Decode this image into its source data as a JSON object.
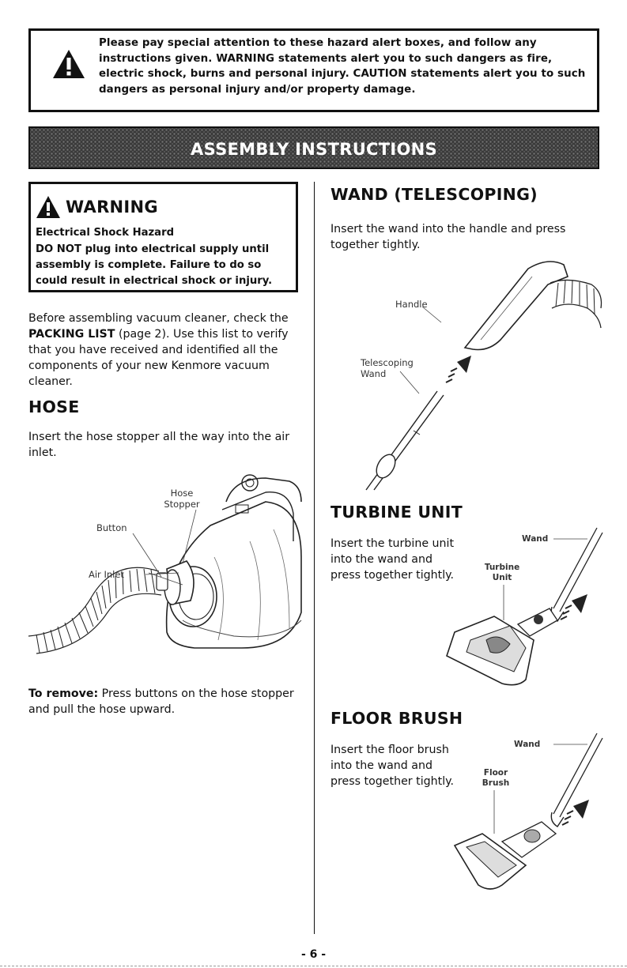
{
  "hazard_notice": {
    "text": "Please pay special attention to these hazard alert boxes, and follow any instructions given. WARNING statements alert you to such dangers as fire, electric shock, burns and personal injury. CAUTION statements alert you to such dangers as personal injury and/or property damage."
  },
  "banner": {
    "title": "ASSEMBLY INSTRUCTIONS"
  },
  "warning": {
    "title": "WARNING",
    "subtitle": "Electrical Shock Hazard",
    "text": "DO NOT plug into electrical supply until assembly is complete. Failure to do so could result in electrical shock or injury."
  },
  "intro": {
    "before": "Before assembling vacuum cleaner, check the ",
    "packing": "PACKING LIST",
    "after": " (page 2). Use this list to verify that you have received and identified all the components of your new Kenmore vacuum cleaner."
  },
  "hose": {
    "heading": "HOSE",
    "text": "Insert the hose stopper all the way into the air inlet.",
    "labels": {
      "stopper": "Hose Stopper",
      "button": "Button",
      "inlet": "Air Inlet"
    },
    "remove_label": "To remove:",
    "remove_text": " Press buttons on the hose stopper and pull the hose upward."
  },
  "wand": {
    "heading": "WAND (TELESCOPING)",
    "text": "Insert the wand into the handle and press together tightly.",
    "labels": {
      "handle": "Handle",
      "telescoping": "Telescoping Wand"
    }
  },
  "turbine": {
    "heading": "TURBINE UNIT",
    "text": "Insert the turbine unit into the wand and press together tightly.",
    "labels": {
      "wand": "Wand",
      "unit": "Turbine Unit"
    }
  },
  "floor": {
    "heading": "FLOOR BRUSH",
    "text": "Insert the floor brush into the wand and press together tightly.",
    "labels": {
      "wand": "Wand",
      "brush": "Floor Brush"
    }
  },
  "page": {
    "number": "- 6 -"
  }
}
